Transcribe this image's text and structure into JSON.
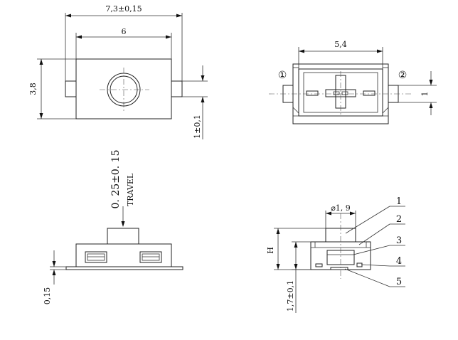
{
  "top_view": {
    "overall_width": "7,3±0,15",
    "body_width": "6",
    "height": "3,8",
    "terminal": "1±0,1"
  },
  "bottom_view": {
    "inner_width": "5,4",
    "terminal_width": "1",
    "terminal_marker_1": "①",
    "terminal_marker_2": "②"
  },
  "side_view": {
    "travel_value": "0. 25±0. 15",
    "travel_label": "TRAVEL",
    "base_thickness": "0,15"
  },
  "section_view": {
    "button_diameter": "⌀1, 9",
    "height_symbol": "H",
    "base_height": "1,7±0,1",
    "part_numbers": [
      "1",
      "2",
      "3",
      "4",
      "5"
    ]
  }
}
